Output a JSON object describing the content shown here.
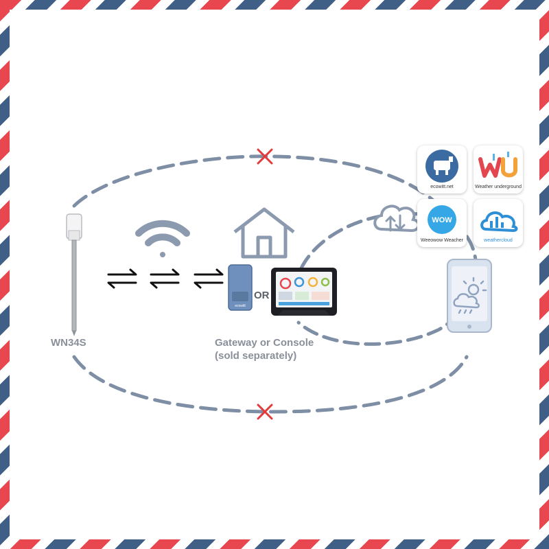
{
  "sensor": {
    "label": "WN34S"
  },
  "hub": {
    "or_text": "OR",
    "caption_line1": "Gateway or Console",
    "caption_line2": "(sold separately)",
    "gateway_brand": "ecowitt"
  },
  "services": [
    {
      "name": "ecowitt.net"
    },
    {
      "name": "Weather underground"
    },
    {
      "name": "Weeowow Weacher"
    },
    {
      "name": "weathercloud"
    }
  ],
  "colors": {
    "dash": "#7e8ea4",
    "icon": "#8c9aaf",
    "cross": "#e23b3b",
    "stripe_red": "#e8474f",
    "stripe_blue": "#3f5f86",
    "console": "#1e1f24",
    "gateway": "#6f8fbd"
  }
}
